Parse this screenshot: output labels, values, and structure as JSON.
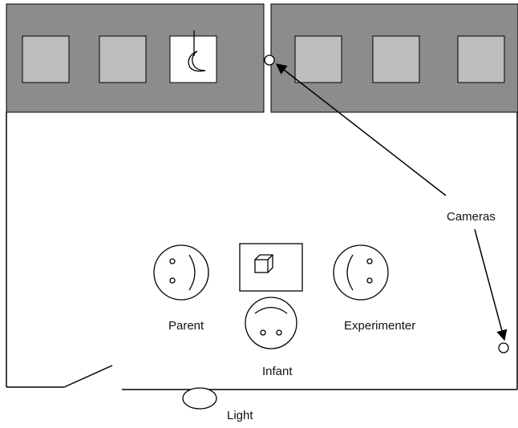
{
  "diagram": {
    "labels": {
      "cameras": "Cameras",
      "parent": "Parent",
      "experimenter": "Experimenter",
      "infant": "Infant",
      "light": "Light"
    },
    "colors": {
      "panel_dark": "#8c8c8c",
      "screen_light": "#bdbdbd",
      "stroke": "#000000",
      "background": "#ffffff"
    },
    "icons": [
      "moon-stimulus-icon",
      "cube-toy-icon",
      "camera-icon",
      "parent-face-icon",
      "experimenter-face-icon",
      "infant-face-icon",
      "light-icon"
    ]
  }
}
